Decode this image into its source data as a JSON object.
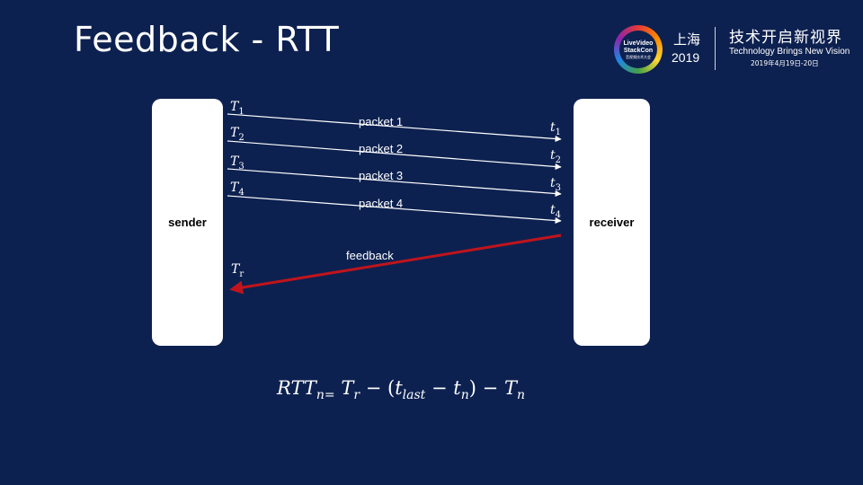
{
  "slide": {
    "title": "Feedback - RTT"
  },
  "logo": {
    "ring_line1": "LiveVideo",
    "ring_line2": "StackCon",
    "ring_line3": "音视频技术大会",
    "city": "上海",
    "year": "2019",
    "tagline_cn": "技术开启新视界",
    "tagline_en": "Technology Brings New Vision",
    "date": "2019年4月19日-20日"
  },
  "diagram": {
    "sender_label": "sender",
    "receiver_label": "receiver",
    "packets": [
      {
        "label": "packet 1",
        "send_time": "T",
        "send_sub": "1",
        "recv_time": "t",
        "recv_sub": "1"
      },
      {
        "label": "packet 2",
        "send_time": "T",
        "send_sub": "2",
        "recv_time": "t",
        "recv_sub": "2"
      },
      {
        "label": "packet 3",
        "send_time": "T",
        "send_sub": "3",
        "recv_time": "t",
        "recv_sub": "3"
      },
      {
        "label": "packet 4",
        "send_time": "T",
        "send_sub": "4",
        "recv_time": "t",
        "recv_sub": "4"
      }
    ],
    "feedback": {
      "label": "feedback",
      "time": "T",
      "sub": "r",
      "color": "#c0141c"
    },
    "packet_arrow_color": "#ffffff"
  },
  "formula": {
    "lhs": "RTT",
    "lhs_sub": "n",
    "equals": "=",
    "t1": "T",
    "t1_sub": "r",
    "minus1": "−",
    "open": "(",
    "t2": "t",
    "t2_sub": "last",
    "minus2": "−",
    "t3": "t",
    "t3_sub": "n",
    "close": ")",
    "minus3": "−",
    "t4": "T",
    "t4_sub": "n"
  },
  "colors": {
    "background": "#0d2150",
    "box": "#ffffff",
    "feedback_arrow": "#c0141c"
  }
}
